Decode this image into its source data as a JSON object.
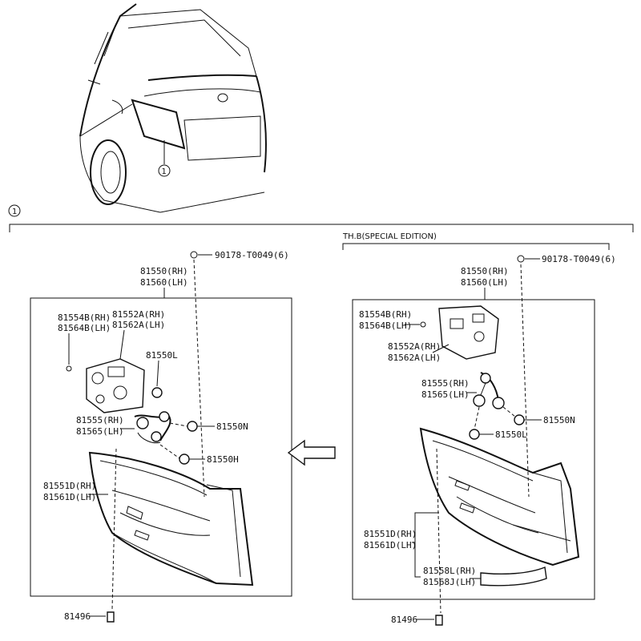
{
  "callout": {
    "number": "1"
  },
  "edition_label": "TH.B(SPECIAL EDITION)",
  "left_panel": {
    "screw": "90178-T0049(6)",
    "lamp_assy_rh": "81550(RH)",
    "lamp_assy_lh": "81560(LH)",
    "gasket_rh": "81554B(RH)",
    "gasket_lh": "81564B(LH)",
    "cover_rh": "81552A(RH)",
    "cover_lh": "81562A(LH)",
    "bulb_l": "81550L",
    "socket_rh": "81555(RH)",
    "socket_lh": "81565(LH)",
    "bulb_n": "81550N",
    "bulb_h": "81550H",
    "lens_rh": "81551D(RH)",
    "lens_lh": "81561D(LH)",
    "clip": "81496"
  },
  "right_panel": {
    "screw": "90178-T0049(6)",
    "lamp_assy_rh": "81550(RH)",
    "lamp_assy_lh": "81560(LH)",
    "gasket_rh": "81554B(RH)",
    "gasket_lh": "81564B(LH)",
    "cover_rh": "81552A(RH)",
    "cover_lh": "81562A(LH)",
    "socket_rh": "81555(RH)",
    "socket_lh": "81565(LH)",
    "bulb_n": "81550N",
    "bulb_l": "81550L",
    "lens_rh": "81551D(RH)",
    "lens_lh": "81561D(LH)",
    "garnish_rh": "81558L(RH)",
    "garnish_lh": "81568J(LH)",
    "clip": "81496"
  },
  "icons": {
    "arrow": "arrow-left-icon",
    "car": "car-rear-icon"
  }
}
